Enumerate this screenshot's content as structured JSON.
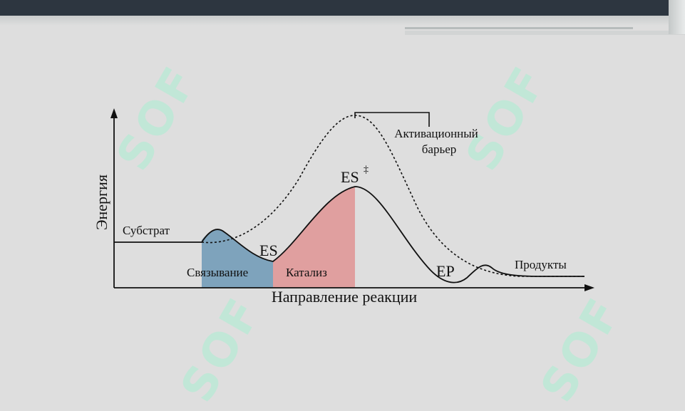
{
  "diagram": {
    "y_axis_label": "Энергия",
    "x_axis_label": "Направление реакции",
    "substrate_label": "Субстрат",
    "products_label": "Продукты",
    "es_label": "ES",
    "es_ts_label": "ES",
    "es_ts_superscript": "‡",
    "ep_label": "EP",
    "barrier_label_line1": "Активационный",
    "barrier_label_line2": "барьер",
    "binding_label": "Связывание",
    "catalysis_label": "Катализ"
  },
  "watermark": {
    "text": "SOF"
  },
  "colors": {
    "binding_region": "#5e8fb0",
    "catalysis_region": "#e08a8a",
    "curve": "#111111",
    "background": "#dedede",
    "watermark": "#aaeed2"
  }
}
